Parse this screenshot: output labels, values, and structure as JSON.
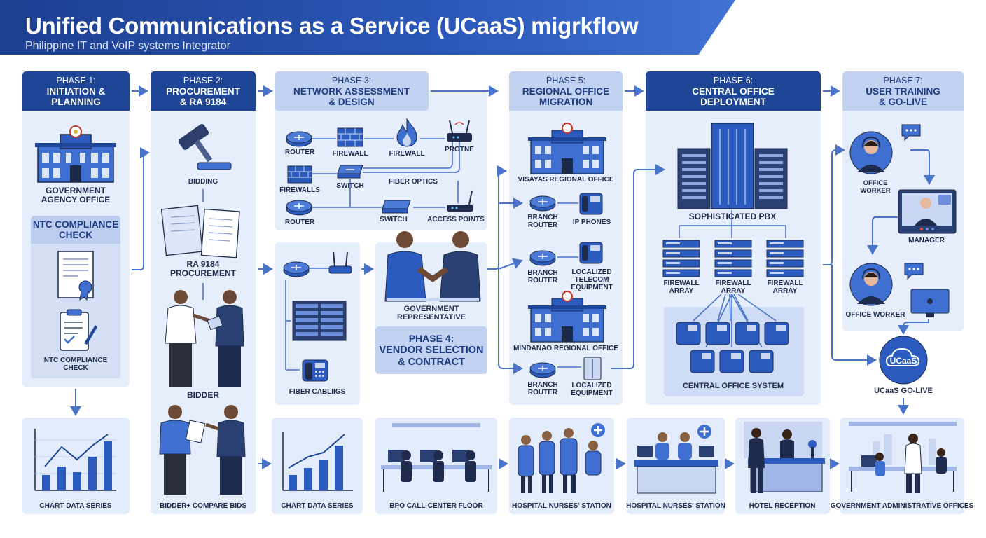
{
  "header": {
    "title": "Unified Communications as a Service (UCaaS) migrkflow",
    "subtitle": "Philippine IT and VoIP systems Integrator"
  },
  "phases": [
    {
      "number": "PHASE 1:",
      "name_line1": "INITIATION &",
      "name_line2": "PLANNING"
    },
    {
      "number": "PHASE 2:",
      "name_line1": "PROCUREMENT",
      "name_line2": "& RA 9184"
    },
    {
      "number": "PHASE 3:",
      "name_line1": "NETWORK ASSESSMENT",
      "name_line2": "& DESIGN"
    },
    {
      "number": "PHASE 4:",
      "name_line1": "VENDOR SELECTION",
      "name_line2": "& CONTRACT"
    },
    {
      "number": "PHASE 5:",
      "name_line1": "REGIONAL OFFICE",
      "name_line2": "MIGRATION"
    },
    {
      "number": "PHASE 6:",
      "name_line1": "CENTRAL OFFICE",
      "name_line2": "DEPLOYMENT"
    },
    {
      "number": "PHASE 7:",
      "name_line1": "USER TRAINING",
      "name_line2": "& GO-LIVE"
    }
  ],
  "phase1": {
    "office_l1": "GOVERNMENT",
    "office_l2": "AGENCY OFFICE",
    "ntc_head_l1": "NTC COMPLIANCE",
    "ntc_head_l2": "CHECK",
    "ntc_l1": "NTC COMPLIANCE",
    "ntc_l2": "CHECK"
  },
  "phase2": {
    "bidding": "BIDDING",
    "ra_l1": "RA 9184",
    "ra_l2": "PROCUREMENT",
    "bidder": "BIDDER"
  },
  "phase3": {
    "router1": "ROUTER",
    "firewall1": "FIREWALL",
    "firewall2": "FIREWALL",
    "protne": "PROTNE",
    "firewalls": "FIREWALLS",
    "switch1": "SWITCH",
    "fiber_optics": "FIBER OPTICS",
    "router2": "ROUTER",
    "switch2": "SWITCH",
    "access_points": "ACCESS POINTS",
    "fiber_cabling": "FIBER CABLIIGS"
  },
  "phase4": {
    "rep_l1": "GOVERNMENT",
    "rep_l2": "REPRESENTATIVE"
  },
  "phase5": {
    "visayas": "VISAYAS REGIONAL OFFICE",
    "branch_router": "BRANCH",
    "branch_router2": "ROUTER",
    "ip_phones": "IP PHONES",
    "localized_l1": "LOCALIZED",
    "localized_l2": "TELECOM",
    "localized_l3": "EQUIPMENT",
    "mindanao": "MINDANAO REGIONAL OFFICE",
    "localized_eq_l1": "LOCALIZED",
    "localized_eq_l2": "EQUIPMENT"
  },
  "phase6": {
    "pbx": "SOPHISTICATED PBX",
    "fw_l1": "FIREWALL",
    "fw_l2": "ARRAY",
    "central_system": "CENTRAL OFFICE SYSTEM"
  },
  "phase7": {
    "office_worker_l1": "OFFICE",
    "office_worker_l2": "WORKER",
    "manager": "MANAGER",
    "office_worker": "OFFICE WORKER",
    "ucaas_badge": "UCaaS",
    "golive": "UCaaS GO-LIVE"
  },
  "bottom": [
    "CHART DATA SERIES",
    "BIDDER+ COMPARE BIDS",
    "CHART DATA SERIES",
    "BPO CALL-CENTER FLOOR",
    "HOSPITAL NURSES' STATION",
    "HOSPITAL NURSES' STATION",
    "HOTEL RECEPTION",
    "GOVERNMENT ADMINISTRATIVE OFFICES"
  ],
  "colors": {
    "dark_blue": "#1f4597",
    "mid_blue": "#3f6fd1",
    "light_panel": "#e6eefb",
    "arrow": "#4a74c9"
  }
}
